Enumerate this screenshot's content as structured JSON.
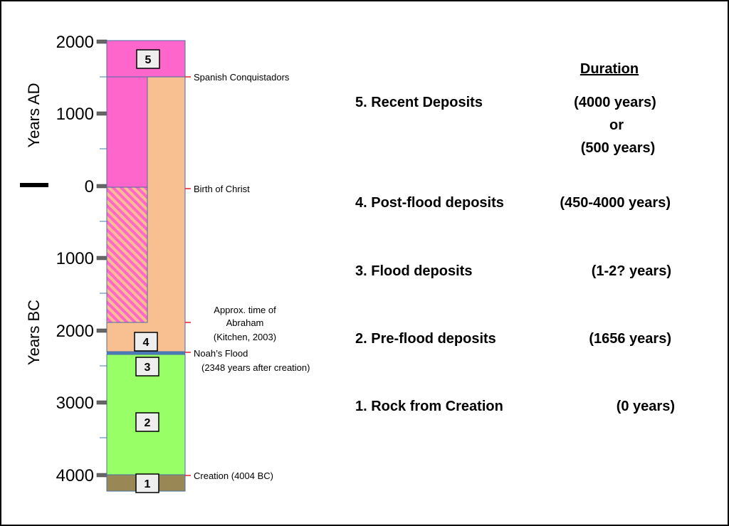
{
  "axis": {
    "ad_label": "Years AD",
    "bc_label": "Years BC",
    "ticks": [
      {
        "year": 2000,
        "label": "2000"
      },
      {
        "year": 1000,
        "label": "1000"
      },
      {
        "year": 0,
        "label": "0"
      },
      {
        "year": -1000,
        "label": "1000"
      },
      {
        "year": -2000,
        "label": "2000"
      },
      {
        "year": -3000,
        "label": "3000"
      },
      {
        "year": -4000,
        "label": "4000"
      }
    ]
  },
  "layers": [
    {
      "num": "5",
      "name": "Recent Deposits",
      "color": "#ff66cc"
    },
    {
      "num": "4",
      "name": "Post-flood deposits",
      "color": "#f8bf90"
    },
    {
      "num": "3",
      "name": "Flood deposits",
      "color": "#4a7ab8"
    },
    {
      "num": "2",
      "name": "Pre-flood deposits",
      "color": "#99ff66"
    },
    {
      "num": "1",
      "name": "Rock from Creation",
      "color": "#998855"
    }
  ],
  "events": {
    "conquistadors": "Spanish Conquistadors",
    "christ": "Birth of Christ",
    "abraham_1": "Approx. time of",
    "abraham_2": "Abraham",
    "abraham_3": "(Kitchen, 2003)",
    "flood_1": "Noah’s Flood",
    "flood_2": "(2348 years after creation)",
    "creation": "Creation (4004 BC)"
  },
  "legend": {
    "duration_heading": "Duration",
    "items": [
      {
        "label": "5. Recent Deposits",
        "duration": "(4000 years)",
        "duration_alt_or": "or",
        "duration_alt": "(500 years)"
      },
      {
        "label": "4. Post-flood deposits",
        "duration": "(450-4000 years)"
      },
      {
        "label": "3. Flood deposits",
        "duration": "(1-2? years)"
      },
      {
        "label": "2. Pre-flood deposits",
        "duration": "(1656 years)"
      },
      {
        "label": "1. Rock from Creation",
        "duration": "(0 years)"
      }
    ]
  }
}
